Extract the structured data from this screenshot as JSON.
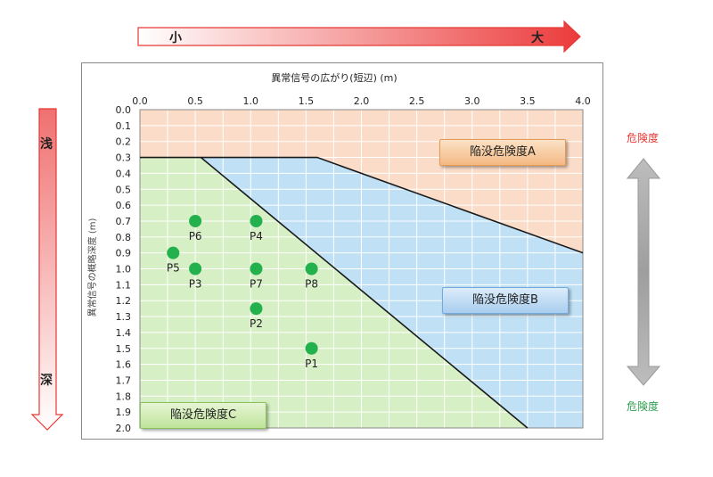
{
  "top_arrow": {
    "left_label": "小",
    "right_label": "大"
  },
  "left_arrow": {
    "top_label": "浅",
    "bottom_label": "深"
  },
  "right_side": {
    "top_label": "危険度",
    "bottom_label": "危険度"
  },
  "zones": {
    "a": "陥没危険度A",
    "b": "陥没危険度B",
    "c": "陥没危険度C"
  },
  "colors": {
    "zone_a": "#fbdcc9",
    "zone_b": "#bfe0f5",
    "zone_c": "#d6efc4",
    "point": "#22b14c",
    "arrow_red": "#e53935",
    "danger_high": "#e53935",
    "danger_low": "#2e9e4f"
  },
  "chart_data": {
    "type": "scatter",
    "xlabel": "異常信号の広がり(短辺) (m)",
    "ylabel": "異常信号の概略深度 (m)",
    "xlim": [
      0.0,
      4.0
    ],
    "ylim": [
      0.0,
      2.0
    ],
    "y_inverted": true,
    "x_axis_position": "top",
    "grid": true,
    "x_ticks": [
      "0.0",
      "0.5",
      "1.0",
      "1.5",
      "2.0",
      "2.5",
      "3.0",
      "3.5",
      "4.0"
    ],
    "y_ticks": [
      "0.0",
      "0.1",
      "0.2",
      "0.3",
      "0.4",
      "0.5",
      "0.6",
      "0.7",
      "0.8",
      "0.9",
      "1.0",
      "1.1",
      "1.2",
      "1.3",
      "1.4",
      "1.5",
      "1.6",
      "1.7",
      "1.8",
      "1.9",
      "2.0"
    ],
    "regions": [
      {
        "name": "陥没危険度A",
        "polygon": [
          [
            0.0,
            0.0
          ],
          [
            4.0,
            0.0
          ],
          [
            4.0,
            0.9
          ],
          [
            1.6,
            0.3
          ],
          [
            0.0,
            0.3
          ]
        ]
      },
      {
        "name": "陥没危険度B",
        "polygon": [
          [
            0.55,
            0.3
          ],
          [
            1.6,
            0.3
          ],
          [
            4.0,
            0.9
          ],
          [
            4.0,
            2.0
          ],
          [
            3.5,
            2.0
          ]
        ]
      },
      {
        "name": "陥没危険度C",
        "polygon": [
          [
            0.0,
            0.3
          ],
          [
            0.55,
            0.3
          ],
          [
            3.5,
            2.0
          ],
          [
            0.0,
            2.0
          ]
        ]
      }
    ],
    "boundaries": [
      [
        [
          0.0,
          0.3
        ],
        [
          1.6,
          0.3
        ],
        [
          4.0,
          0.9
        ]
      ],
      [
        [
          0.55,
          0.3
        ],
        [
          3.5,
          2.0
        ]
      ]
    ],
    "points": [
      {
        "label": "P1",
        "x": 1.55,
        "y": 1.5
      },
      {
        "label": "P2",
        "x": 1.05,
        "y": 1.25
      },
      {
        "label": "P3",
        "x": 0.5,
        "y": 1.0
      },
      {
        "label": "P4",
        "x": 1.05,
        "y": 0.7
      },
      {
        "label": "P5",
        "x": 0.3,
        "y": 0.9
      },
      {
        "label": "P6",
        "x": 0.5,
        "y": 0.7
      },
      {
        "label": "P7",
        "x": 1.05,
        "y": 1.0
      },
      {
        "label": "P8",
        "x": 1.55,
        "y": 1.0
      }
    ]
  }
}
